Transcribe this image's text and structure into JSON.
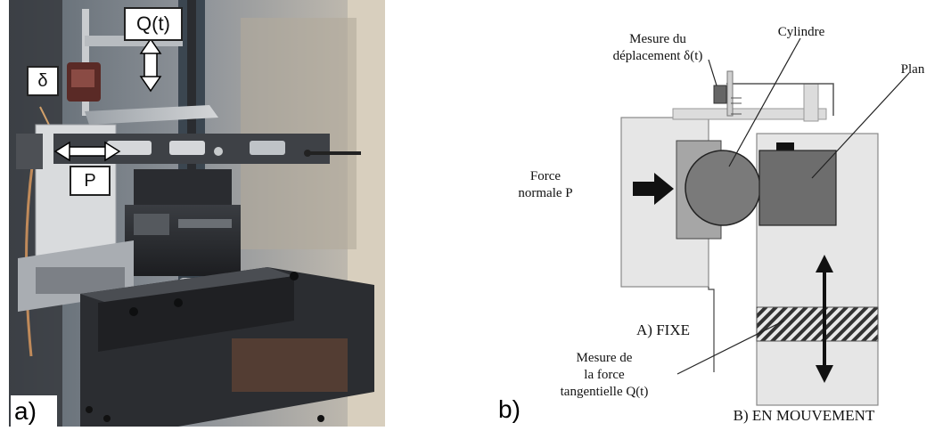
{
  "panel_a": {
    "letter": "a)",
    "labels": {
      "q": "Q(t)",
      "delta": "δ",
      "p": "P"
    }
  },
  "panel_b": {
    "letter": "b)",
    "labels": {
      "mesure_deplacement_l1": "Mesure du",
      "mesure_deplacement_l2": "déplacement δ(t)",
      "cylindre": "Cylindre",
      "plan": "Plan",
      "force_l1": "Force",
      "force_l2": "normale P",
      "fixe": "A) FIXE",
      "mesure_force_l1": "Mesure de",
      "mesure_force_l2": "la force",
      "mesure_force_l3": "tangentielle Q(t)",
      "mouvement": "B) EN MOUVEMENT"
    }
  }
}
